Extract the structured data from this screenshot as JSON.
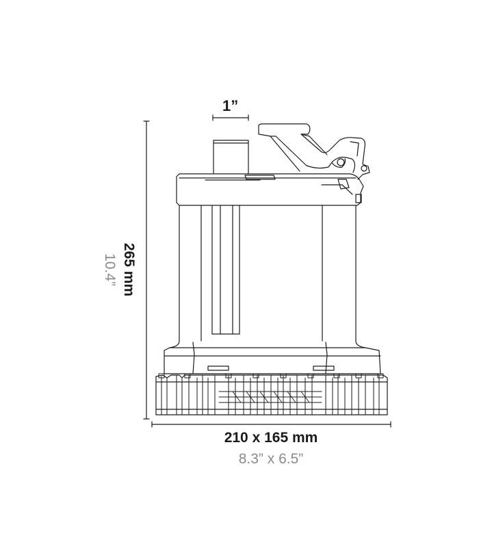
{
  "dimensions": {
    "outlet": "1”",
    "height_mm": "265 mm",
    "height_in": "10.4”",
    "footprint_mm": "210 x 165 mm",
    "footprint_in": "8.3” x 6.5”"
  },
  "colors": {
    "line": "#1a1a1a",
    "text_primary": "#1a1a1a",
    "text_secondary": "#8a8a8a"
  }
}
